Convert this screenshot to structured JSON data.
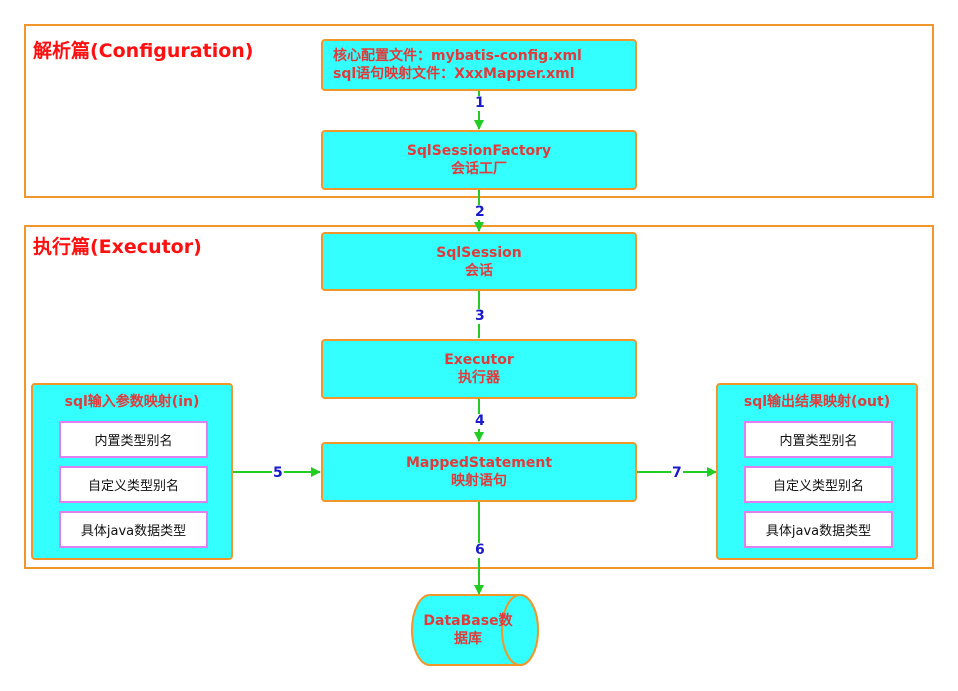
{
  "sections": {
    "config_title": "解析篇(Configuration)",
    "executor_title": "执行篇(Executor)"
  },
  "nodes": {
    "config_files": {
      "line1": "核心配置文件：mybatis-config.xml",
      "line2": "sql语句映射文件：XxxMapper.xml"
    },
    "factory": {
      "line1": "SqlSessionFactory",
      "line2": "会话工厂"
    },
    "session": {
      "line1": "SqlSession",
      "line2": "会话"
    },
    "executor": {
      "line1": "Executor",
      "line2": "执行器"
    },
    "mapped": {
      "line1": "MappedStatement",
      "line2": "映射语句"
    },
    "database": {
      "line1": "DataBase数",
      "line2": "据库"
    }
  },
  "input_panel": {
    "title": "sql输入参数映射(in)",
    "items": [
      "内置类型别名",
      "自定义类型别名",
      "具体java数据类型"
    ]
  },
  "output_panel": {
    "title": "sql输出结果映射(out)",
    "items": [
      "内置类型别名",
      "自定义类型别名",
      "具体java数据类型"
    ]
  },
  "steps": [
    "1",
    "2",
    "3",
    "4",
    "5",
    "6",
    "7"
  ],
  "colors": {
    "border": "#f0962a",
    "node_fill": "#33ffff",
    "arrow": "#22cc22",
    "title": "#ff1010",
    "step": "#1a1acc",
    "sub_border": "#e080f0"
  }
}
